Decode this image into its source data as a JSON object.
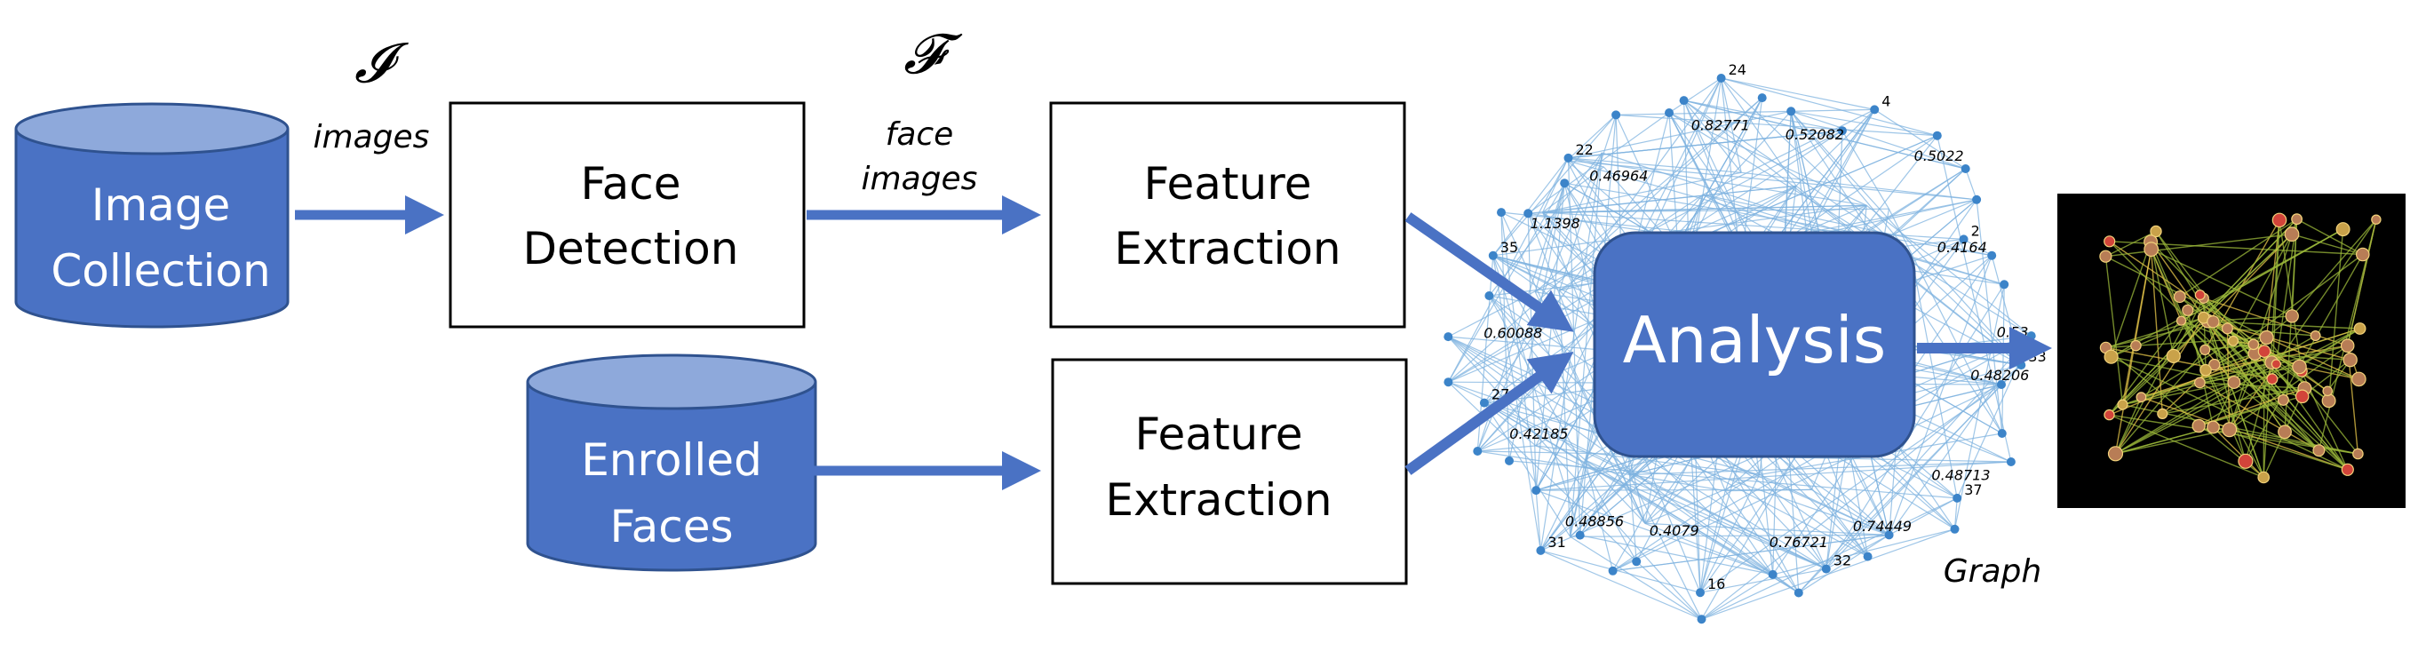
{
  "colors": {
    "primary": "#4a72c4",
    "primary_dark": "#2f528f",
    "cylinder_top": "#8ea9db",
    "graph_edge": "#7fb3e0",
    "graph_node": "#3c84c9",
    "preview_bg": "#000000"
  },
  "nodes": {
    "image_collection": {
      "line1": "Image",
      "line2": "Collection"
    },
    "face_detection": {
      "line1": "Face",
      "line2": "Detection"
    },
    "feature_extraction_top": {
      "line1": "Feature",
      "line2": "Extraction"
    },
    "enrolled_faces": {
      "line1": "Enrolled",
      "line2": "Faces"
    },
    "feature_extraction_bottom": {
      "line1": "Feature",
      "line2": "Extraction"
    },
    "analysis": {
      "label": "Analysis"
    }
  },
  "edges": {
    "images": {
      "symbol": "𝓘",
      "label": "images"
    },
    "face_images": {
      "symbol": "𝓕",
      "line1": "face",
      "line2": "images"
    }
  },
  "graph": {
    "caption": "Graph",
    "node_labels": [
      "33",
      "37",
      "32",
      "16",
      "31",
      "27",
      "35",
      "22",
      "24",
      "4",
      "2"
    ],
    "edge_weights": [
      "0.48206",
      "0.48713",
      "0.74449",
      "0.76721",
      "0.4079",
      "0.48856",
      "0.42185",
      "0.60088",
      "1.1398",
      "0.46964",
      "0.82771",
      "0.52082",
      "0.5022",
      "0.4164",
      "0.53"
    ]
  }
}
